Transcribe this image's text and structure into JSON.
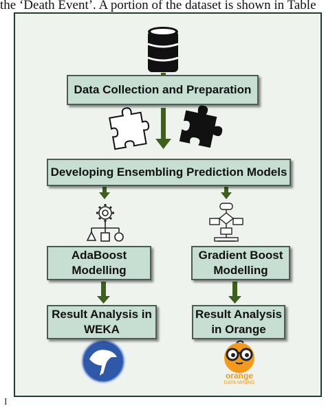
{
  "header": {
    "text": "the ‘Death Event’. A portion of the dataset is shown in Table"
  },
  "side_mark": "I",
  "diagram": {
    "step1": "Data Collection and Preparation",
    "step2": "Developing Ensembling Prediction Models",
    "left_model": [
      "AdaBoost",
      "Modelling"
    ],
    "right_model": [
      "Gradient Boost",
      "Modelling"
    ],
    "left_result": [
      "Result Analysis in",
      "WEKA"
    ],
    "right_result": [
      "Result Analysis",
      "in Orange"
    ],
    "orange_logo_text": "orange",
    "orange_logo_subtext": "DATA MINING"
  },
  "colors": {
    "box_fill": "#c6dfd2",
    "arrow": "#3f5f1f",
    "frame_bg": "#eef3ee",
    "weka_blue": "#2f58a8",
    "orange": "#f39a1c"
  },
  "icons": [
    "database-icon",
    "puzzle-outline-icon",
    "puzzle-solid-icon",
    "gear-flow-icon",
    "flowchart-icon",
    "weka-logo-icon",
    "orange-logo-icon"
  ]
}
